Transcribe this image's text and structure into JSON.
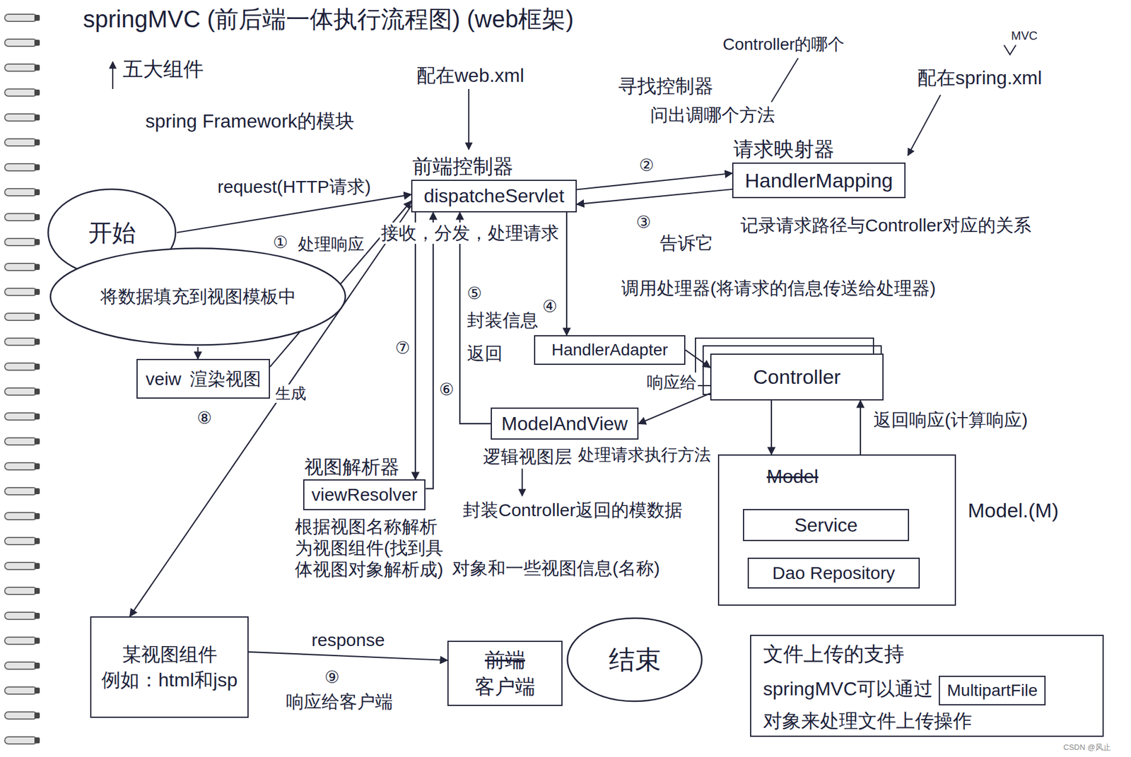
{
  "diagram": {
    "title": "springMVC (前后端一体执行流程图) (web框架)",
    "nodes": [
      {
        "text": [
          "开始"
        ]
      },
      {
        "text": [
          "前端控制器",
          "dispatcheServlet"
        ]
      },
      {
        "text": [
          "请求映射器",
          "HandlerMapping"
        ]
      },
      {
        "text": [
          "HandlerAdapter"
        ]
      },
      {
        "text": [
          "Controller"
        ]
      },
      {
        "text": [
          "Model"
        ]
      },
      {
        "text": [
          "Service"
        ],
        "in": 5
      },
      {
        "text": [
          "Dao Repository"
        ],
        "in": 5
      },
      {
        "text": [
          "ModelAndView"
        ]
      },
      {
        "text": [
          "视图解析器",
          "viewResolver"
        ]
      },
      {
        "text": [
          "veiw",
          "渲染视图"
        ]
      },
      {
        "text": [
          "将数据填充到视图模板中"
        ]
      },
      {
        "text": [
          "某视图组件",
          "例如：html和jsp"
        ]
      },
      {
        "text": [
          "前端",
          "客户端"
        ]
      },
      {
        "text": [
          "结束"
        ]
      },
      {
        "text": [
          "文件上传的支持",
          "springMVC可以通过",
          "对象来处理文件上传操作"
        ]
      },
      {
        "text": [
          "MultipartFile"
        ],
        "in": 15
      }
    ],
    "edges": [
      {
        "from": 0,
        "to": 1,
        "label": "request(HTTP请求)",
        "arrow": "to"
      },
      {
        "from": 1,
        "to": 2,
        "arrow": "to"
      },
      {
        "from": 2,
        "to": 1,
        "arrow": "to"
      },
      {
        "from": 1,
        "to": 3,
        "arrow": "to"
      },
      {
        "from": 3,
        "to": 4,
        "arrow": "to"
      },
      {
        "from": 4,
        "to": 5,
        "arrow": "to"
      },
      {
        "from": 5,
        "to": 4,
        "arrow": "to"
      },
      {
        "from": 4,
        "to": 8,
        "arrow": "to"
      },
      {
        "from": 8,
        "to": 1,
        "arrow": "to"
      },
      {
        "from": 1,
        "to": 9,
        "arrow": "to"
      },
      {
        "from": 9,
        "to": 1,
        "arrow": "to"
      },
      {
        "from": 11,
        "to": 10,
        "arrow": "to"
      },
      {
        "from": 10,
        "to": 1,
        "arrow": "to"
      },
      {
        "from": 1,
        "to": 12,
        "arrow": "to"
      },
      {
        "from": 12,
        "to": 13,
        "label": "response",
        "arrow": "to"
      }
    ],
    "labels": [
      "五大组件",
      "spring Framework的模块",
      "配在web.xml",
      "接收，分发，处理请求",
      "①",
      "寻找控制器",
      "问出调哪个方法",
      "Controller的哪个",
      "②",
      "配在spring.xml",
      "MVC",
      "记录请求路径与Controller对应的关系",
      "③",
      "告诉它",
      "④",
      "调用处理器(将请求的信息传送给处理器)",
      "⑤",
      "封装信息",
      "返回",
      "响应给",
      "处理请求执行方法",
      "返回响应(计算响应)",
      "Model.(M)",
      "逻辑视图层",
      "封装Controller返回的模数据",
      "对象和一些视图信息(名称)",
      "⑥",
      "⑦",
      "处理响应",
      "生成",
      "⑧",
      "根据视图名称解析为视图组件(找到具体视图对象解析成)",
      "⑨",
      "响应给客户端",
      "CSDN @风止"
    ]
  }
}
